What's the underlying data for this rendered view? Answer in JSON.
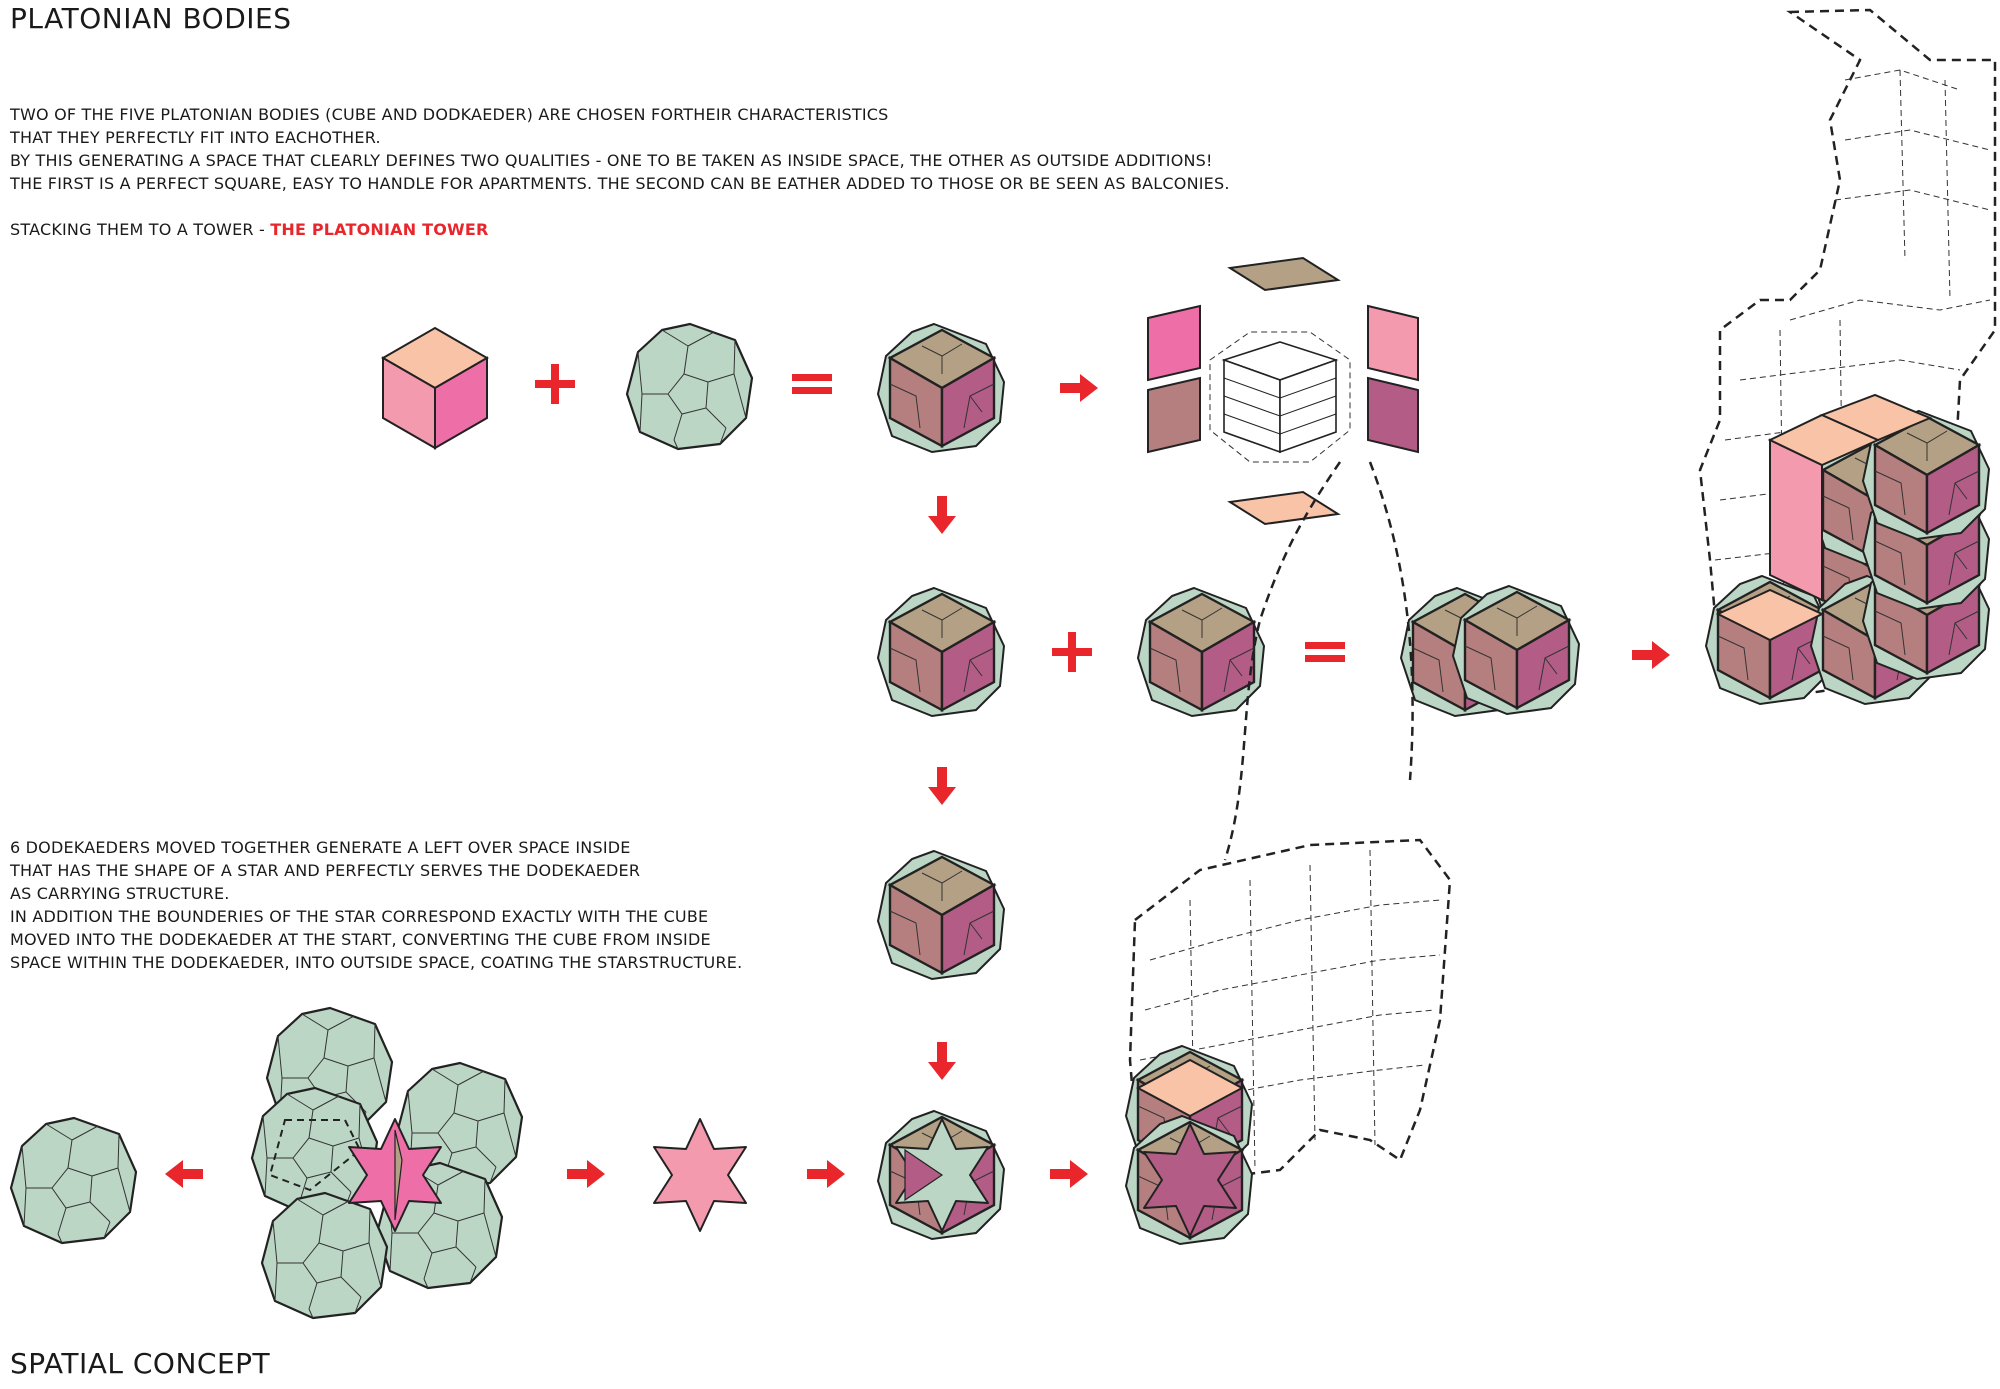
{
  "title": "PLATONIAN BODIES",
  "intro": {
    "lines": [
      "TWO OF THE FIVE PLATONIAN BODIES (CUBE AND DODKAEDER) ARE CHOSEN FORTHEIR CHARACTERISTICS",
      "THAT THEY  PERFECTLY FIT INTO EACHOTHER.",
      "BY THIS GENERATING A SPACE THAT CLEARLY DEFINES TWO QUALITIES - ONE TO BE TAKEN AS INSIDE SPACE, THE OTHER AS OUTSIDE ADDITIONS!",
      "THE FIRST IS A PERFECT SQUARE, EASY TO HANDLE FOR APARTMENTS. THE SECOND CAN BE EATHER ADDED TO THOSE OR BE SEEN AS BALCONIES."
    ],
    "stacking_prefix": "STACKING THEM TO A TOWER - ",
    "stacking_highlight": "THE PLATONIAN TOWER"
  },
  "star_text": {
    "lines": [
      "6 DODEKAEDERS MOVED TOGETHER GENERATE A LEFT OVER SPACE INSIDE",
      "THAT HAS THE SHAPE OF A STAR AND PERFECTLY SERVES THE DODEKAEDER",
      "AS CARRYING STRUCTURE.",
      "IN ADDITION THE BOUNDERIES OF THE STAR CORRESPOND EXACTLY WITH THE CUBE",
      "MOVED INTO THE DODEKAEDER AT THE START, CONVERTING THE CUBE FROM INSIDE",
      "SPACE WITHIN THE DODEKAEDER, INTO OUTSIDE SPACE, COATING THE STARSTRUCTURE."
    ]
  },
  "footer_title": "SPATIAL CONCEPT",
  "symbols": {
    "plus": "+",
    "equals": "="
  },
  "colors": {
    "accent_red": "#e8262b",
    "cube_top": "#f9c3a8",
    "cube_left": "#f39aaf",
    "cube_right": "#ee6fa8",
    "dodeca_green": "#bcd6c6",
    "combo_top": "#b3a085",
    "combo_left": "#b67f7f",
    "combo_right": "#b35d86"
  }
}
